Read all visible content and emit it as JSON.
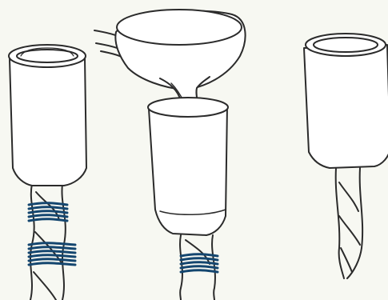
{
  "illustration": {
    "colors": {
      "background": "#f7f8f2",
      "ink": "#2b2b2b",
      "wire": "#14466f",
      "fill": "#ffffff"
    },
    "panels": [
      {
        "name": "bit-with-wired-cup",
        "icon": "drill-bit-with-cup-icon"
      },
      {
        "name": "pouring-step",
        "icon": "ladle-pouring-icon"
      },
      {
        "name": "finished-holder",
        "icon": "cup-holder-icon"
      }
    ]
  }
}
